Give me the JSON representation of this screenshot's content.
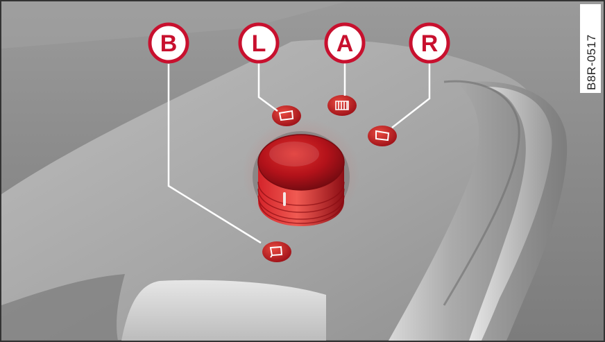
{
  "figure": {
    "reference_code": "B8R-0517",
    "callouts": [
      {
        "id": "B",
        "label": "B"
      },
      {
        "id": "L",
        "label": "L"
      },
      {
        "id": "A",
        "label": "A"
      },
      {
        "id": "R",
        "label": "R"
      }
    ]
  },
  "colors": {
    "accent_red": "#c8102e",
    "knob_red": "#b0121c",
    "panel_grey": "#a9a9a9",
    "background_grey": "#8e8e8e",
    "frame_dark": "#333333"
  },
  "icons": {
    "L": "left-mirror-icon",
    "A": "mirror-heating-icon",
    "R": "right-mirror-icon",
    "B": "fold-mirrors-icon"
  }
}
